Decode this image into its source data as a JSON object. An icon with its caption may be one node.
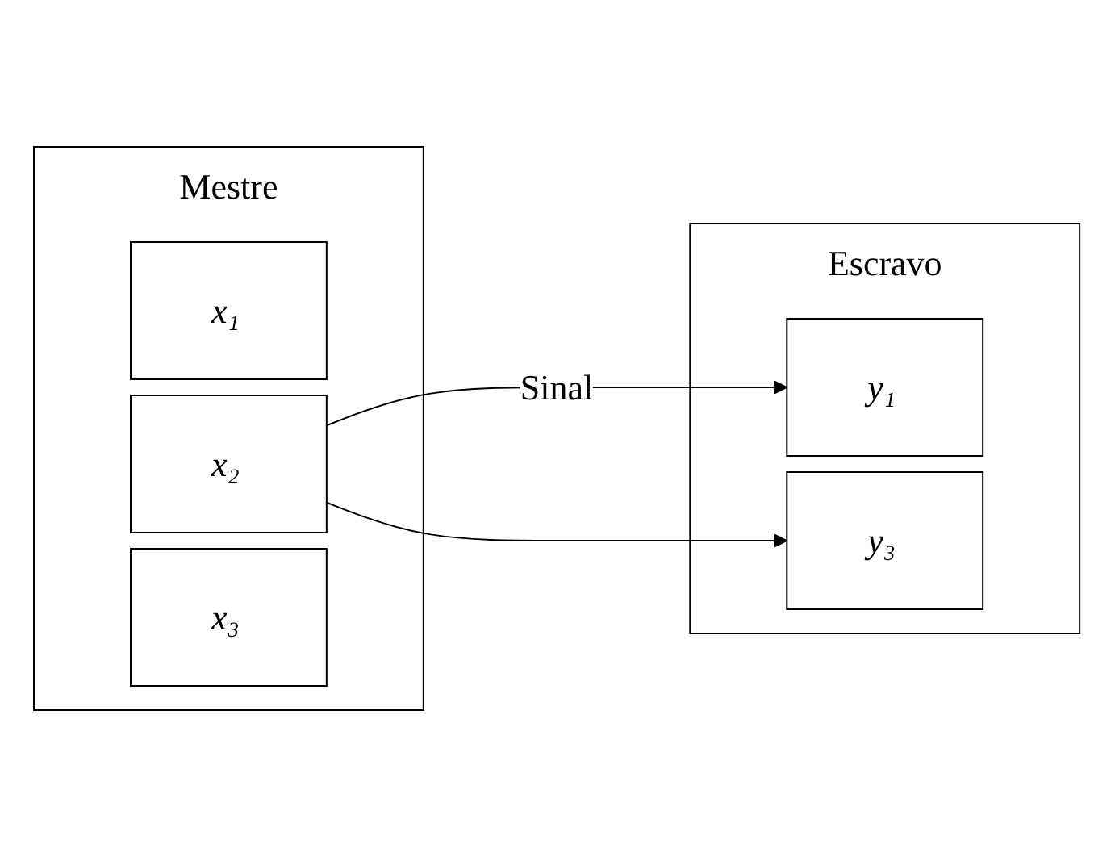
{
  "diagram": {
    "nodes": [
      {
        "text": [
          "Mestre"
        ]
      },
      {
        "text": [
          "x₁"
        ],
        "in": 0
      },
      {
        "text": [
          "x₂"
        ],
        "in": 0
      },
      {
        "text": [
          "x₃"
        ],
        "in": 0
      },
      {
        "text": [
          "Escravo"
        ]
      },
      {
        "text": [
          "y₁"
        ],
        "in": 4
      },
      {
        "text": [
          "y₃"
        ],
        "in": 4
      }
    ],
    "edges": [
      {
        "from": 2,
        "to": 5,
        "arrow": "to",
        "label": "Sinal"
      },
      {
        "from": 2,
        "to": 6,
        "arrow": "to"
      }
    ]
  }
}
